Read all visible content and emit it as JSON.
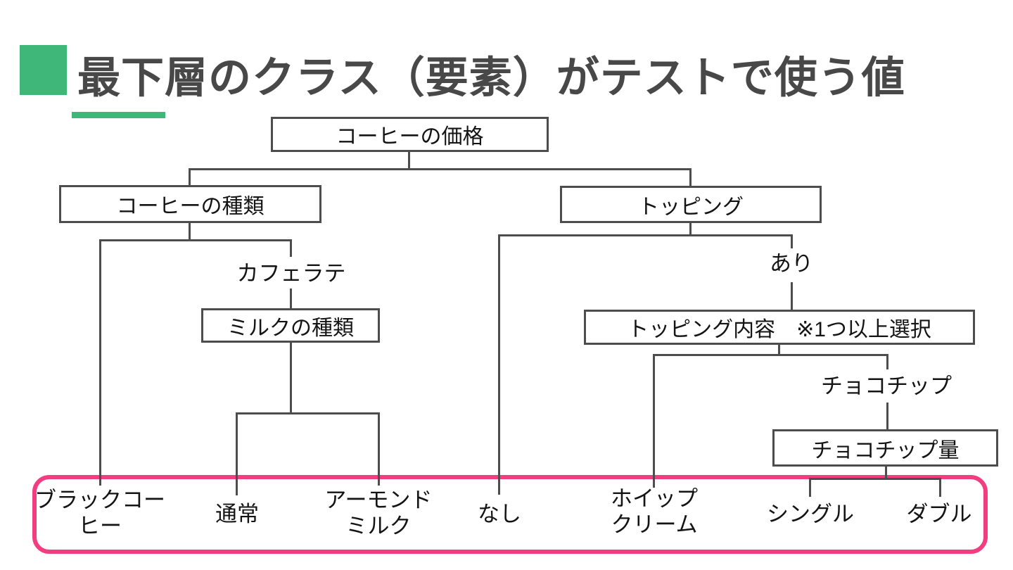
{
  "slide": {
    "title": "最下層のクラス（要素）がテストで使う値",
    "accent_color": "#3eb778",
    "highlight_color": "#f23d80",
    "line_color": "#4d4d4d"
  },
  "tree": {
    "nodes": {
      "root": "コーヒーの価格",
      "coffee_type": "コーヒーの種類",
      "topping": "トッピング",
      "cafe_latte": "カフェラテ",
      "milk_type": "ミルクの種類",
      "with_topping": "あり",
      "topping_content": "トッピング内容　※1つ以上選択",
      "choco_chip": "チョコチップ",
      "choco_amount": "チョコチップ量"
    },
    "leaves": {
      "black_coffee": "ブラックコーヒー",
      "normal": "通常",
      "almond_milk": "アーモンドミルク",
      "none": "なし",
      "whipped_cream": "ホイップクリーム",
      "single": "シングル",
      "double": "ダブル"
    }
  }
}
